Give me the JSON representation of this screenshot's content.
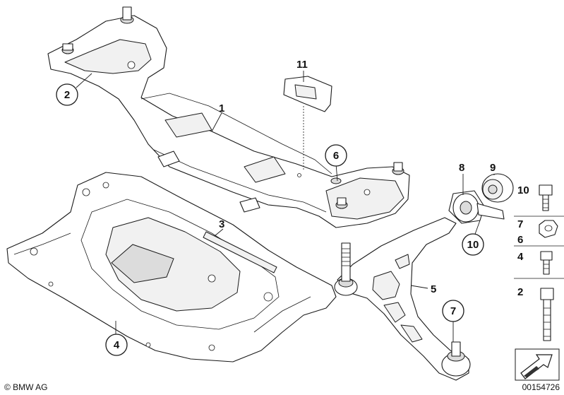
{
  "callouts": {
    "c1": "1",
    "c2": "2",
    "c3": "3",
    "c4": "4",
    "c5": "5",
    "c6": "6",
    "c7": "7",
    "c8": "8",
    "c9": "9",
    "c10": "10",
    "c11": "11"
  },
  "legend": {
    "l10": "10",
    "l7": "7",
    "l6": "6",
    "l4": "4",
    "l2": "2"
  },
  "footer": {
    "copyright": "© BMW AG",
    "diagram_code": "00154726"
  }
}
